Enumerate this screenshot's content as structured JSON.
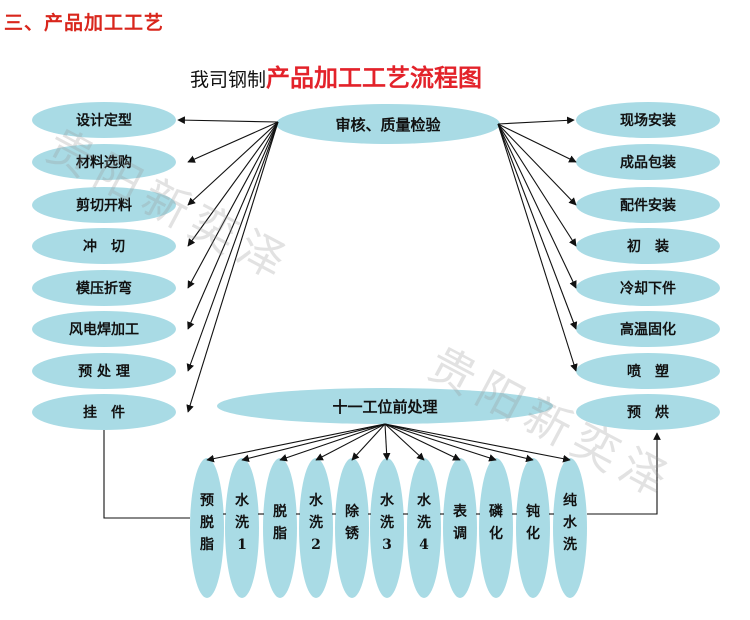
{
  "header": "三、产品加工工艺",
  "title": {
    "prefix": "我司钢制",
    "main": "产品加工工艺流程图"
  },
  "center_node": "审核、质量检验",
  "pretreatment_node": "十一工位前处理",
  "left_steps": [
    "设计定型",
    "材料选购",
    "剪切开料",
    "冲　切",
    "模压折弯",
    "风电焊加工",
    "预 处 理",
    "挂　件"
  ],
  "right_steps": [
    "现场安装",
    "成品包装",
    "配件安装",
    "初　装",
    "冷却下件",
    "高温固化",
    "喷　塑",
    "预　烘"
  ],
  "stations": [
    {
      "label": "预脱脂",
      "chars": [
        "预",
        "脱",
        "脂"
      ]
    },
    {
      "label": "水洗1",
      "chars": [
        "水",
        "洗",
        "1"
      ]
    },
    {
      "label": "脱脂",
      "chars": [
        "脱",
        "脂"
      ]
    },
    {
      "label": "水洗2",
      "chars": [
        "水",
        "洗",
        "2"
      ]
    },
    {
      "label": "除锈",
      "chars": [
        "除",
        "锈"
      ]
    },
    {
      "label": "水洗3",
      "chars": [
        "水",
        "洗",
        "3"
      ]
    },
    {
      "label": "水洗4",
      "chars": [
        "水",
        "洗",
        "4"
      ]
    },
    {
      "label": "表调",
      "chars": [
        "表",
        "调"
      ]
    },
    {
      "label": "磷化",
      "chars": [
        "磷",
        "化"
      ]
    },
    {
      "label": "钝化",
      "chars": [
        "钝",
        "化"
      ]
    },
    {
      "label": "纯水洗",
      "chars": [
        "纯",
        "水",
        "洗"
      ]
    }
  ],
  "watermark": "贵阳新奕泽",
  "colors": {
    "node_fill": "#a9dbe5",
    "header": "#d9261c",
    "title_red": "#e3222a",
    "line": "#111111"
  }
}
